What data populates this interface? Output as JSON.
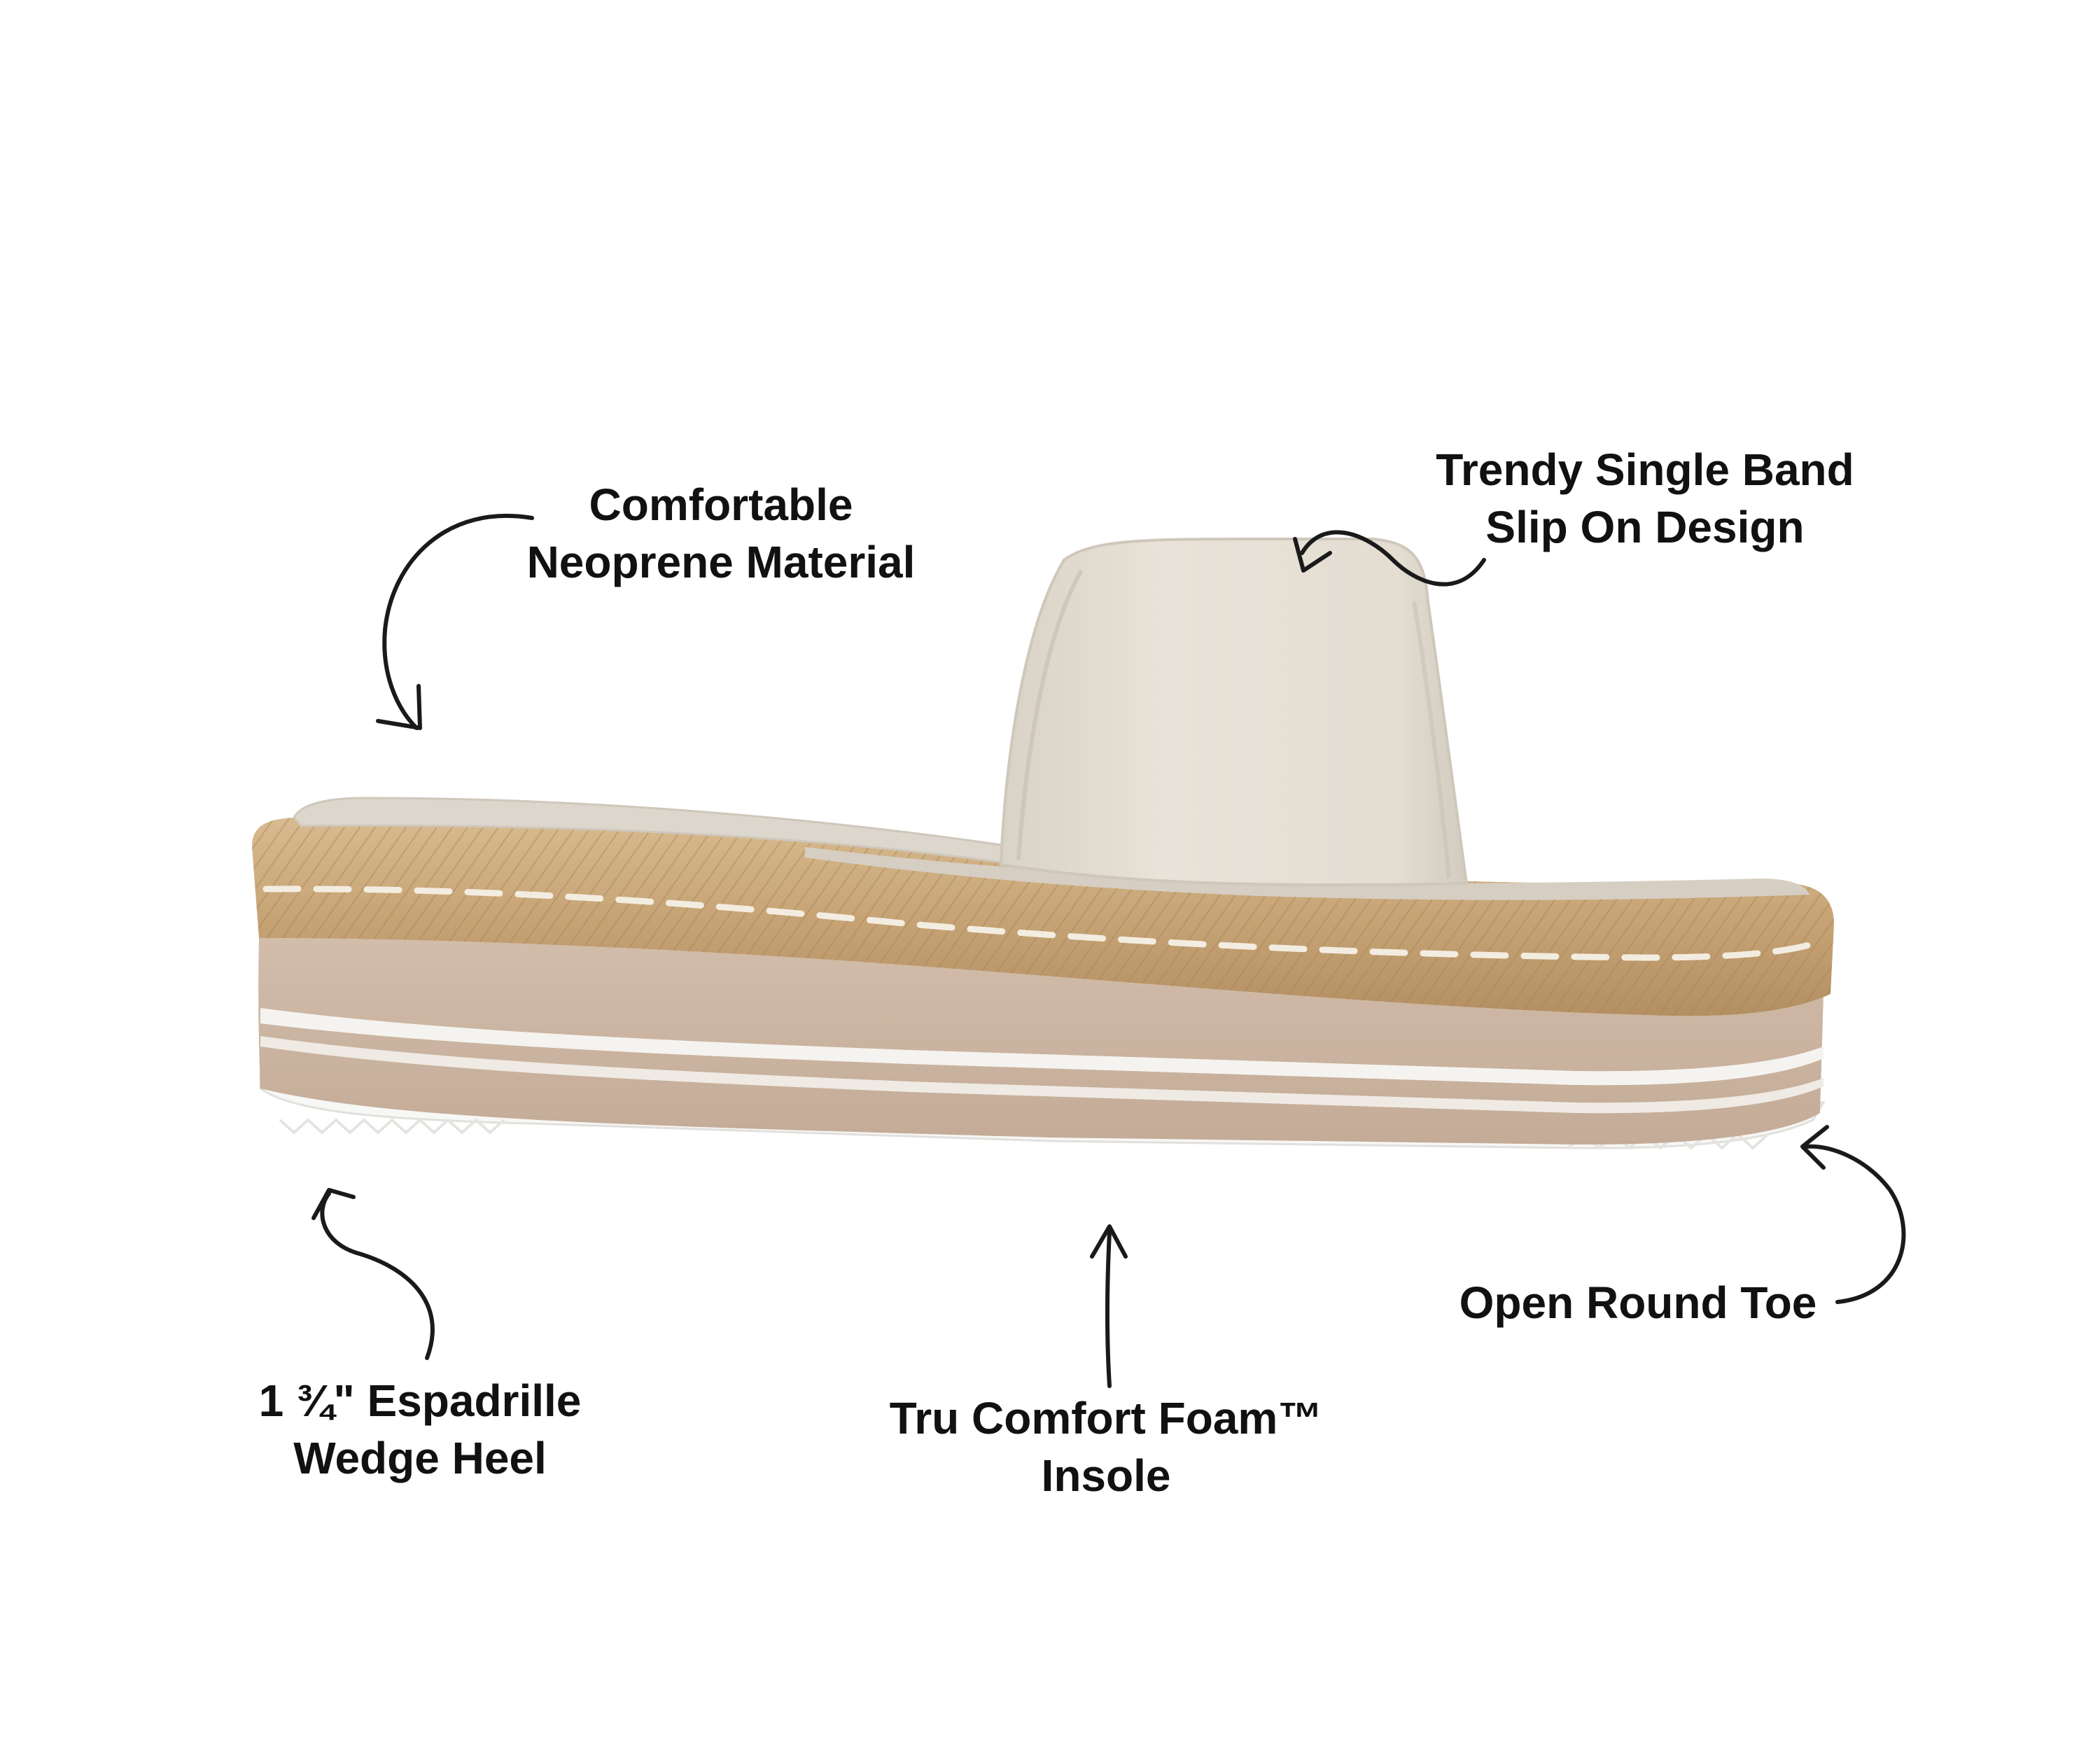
{
  "callouts": {
    "neoprene": {
      "line1": "Comfortable",
      "line2": "Neoprene Material"
    },
    "band": {
      "line1": "Trendy Single Band",
      "line2": "Slip On Design"
    },
    "wedge": {
      "line1": "1 ¾\" Espadrille",
      "line2": "Wedge Heel"
    },
    "foam": {
      "line1": "Tru Comfort Foam™",
      "line2": "Insole"
    },
    "toe": {
      "line1": "Open Round Toe"
    }
  },
  "colors": {
    "band": "#e6e0d6",
    "insole": "#ddd6cc",
    "jute": "#c9a77a",
    "stitch": "#f3ece0",
    "wedge": "#cdb6a3",
    "stripe": "#f5f3ef",
    "outsole": "#f7f7f5",
    "arrow": "#1a1a1a"
  },
  "icons": {
    "arrows": "hand-drawn-arrow-icon"
  }
}
